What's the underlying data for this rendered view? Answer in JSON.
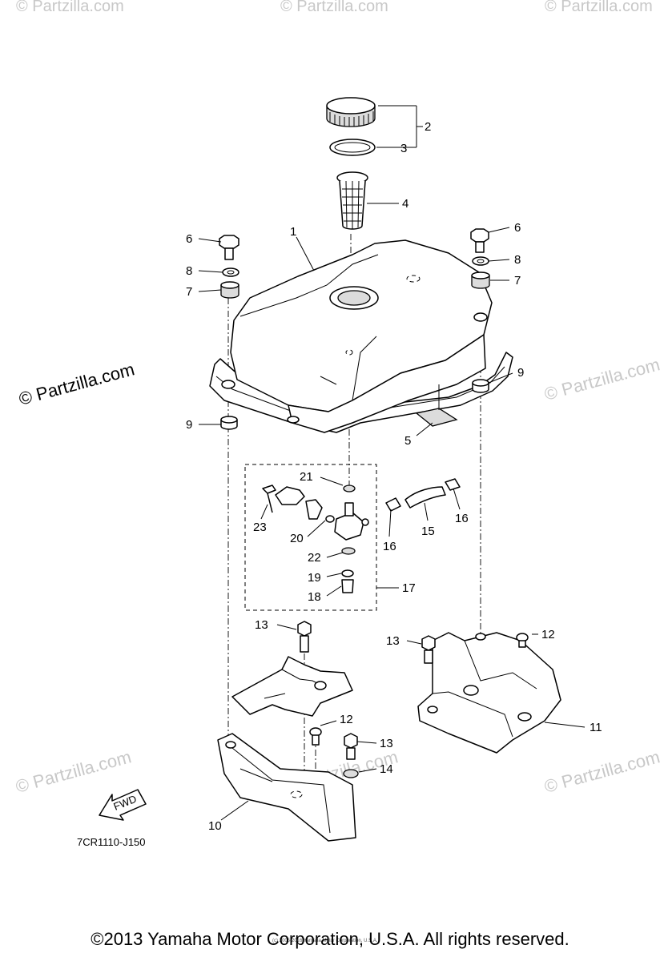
{
  "watermark": {
    "text": "© Partzilla.com"
  },
  "diagram_code": "7CR1110-J150",
  "fwd_label": "FWD",
  "fine_print": "(c) 2005-2016 Yamaha Motor Corporation, U.S.A.",
  "copyright": "©2013 Yamaha Motor Corporation, U.S.A. All rights reserved.",
  "callouts": {
    "c1": "1",
    "c2": "2",
    "c3": "3",
    "c4": "4",
    "c5": "5",
    "c6a": "6",
    "c6b": "6",
    "c7a": "7",
    "c7b": "7",
    "c8a": "8",
    "c8b": "8",
    "c9a": "9",
    "c9b": "9",
    "c10": "10",
    "c11": "11",
    "c12a": "12",
    "c12b": "12",
    "c13a": "13",
    "c13b": "13",
    "c13c": "13",
    "c14": "14",
    "c15": "15",
    "c16a": "16",
    "c16b": "16",
    "c17": "17",
    "c18": "18",
    "c19": "19",
    "c20": "20",
    "c21": "21",
    "c22": "22",
    "c23": "23"
  }
}
